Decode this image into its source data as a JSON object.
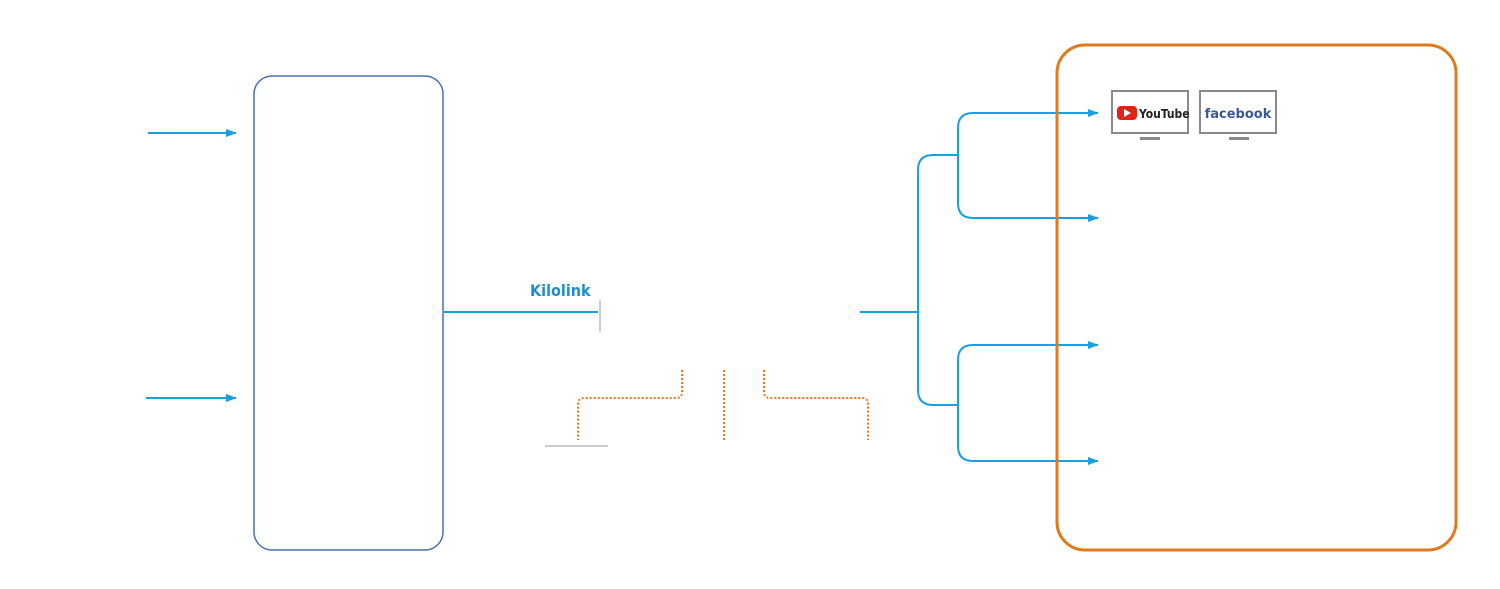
{
  "diagram": {
    "link_label": "Kilolink",
    "platforms": {
      "youtube": {
        "text": "YouTube"
      },
      "facebook": {
        "text": "facebook"
      }
    },
    "colors": {
      "blue_line": "#1aa0e0",
      "encoder_border": "#4a72ad",
      "destination_border": "#e07a1f",
      "dotted_orange": "#e07a1f",
      "monitor_frame": "#8a8a8a",
      "youtube_red": "#e62117",
      "facebook_blue": "#3b5998",
      "link_label_color": "#1a90d0"
    },
    "icons": [
      "youtube-logo",
      "facebook-logo",
      "monitor-icon",
      "arrow-icon"
    ]
  }
}
